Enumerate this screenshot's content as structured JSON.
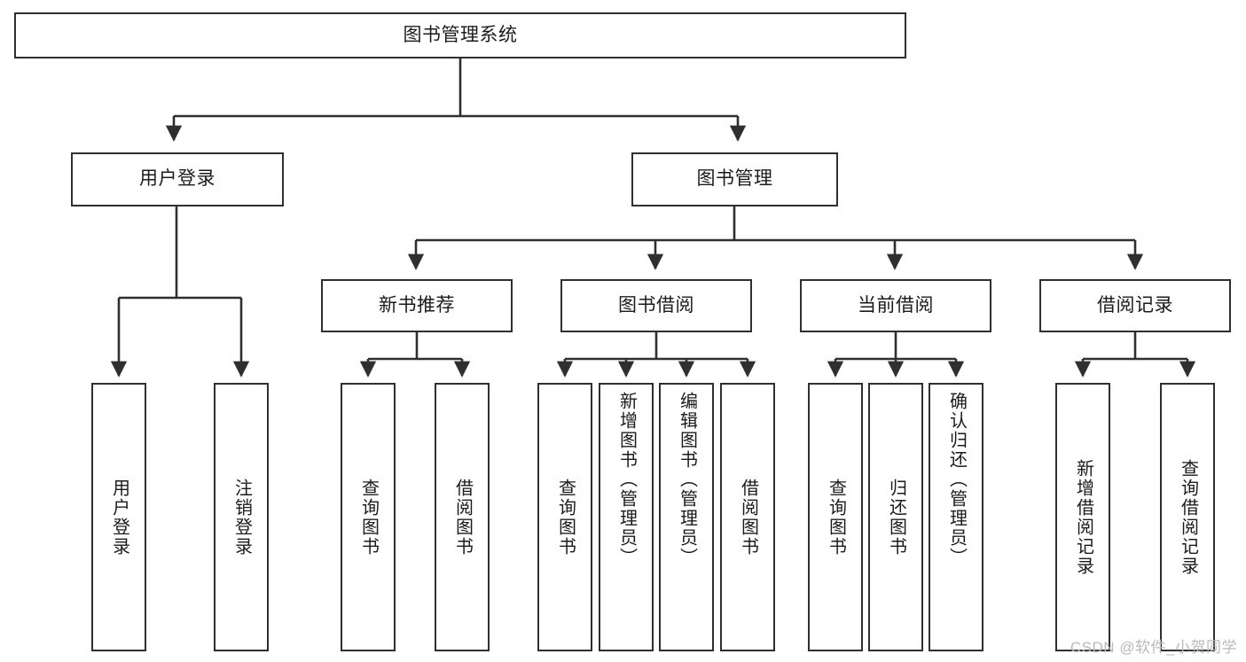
{
  "diagram": {
    "title": "图书管理系统",
    "watermark": "CSDN @软件_小贺同学",
    "colors": {
      "stroke": "#2f2f2f",
      "fill": "#ffffff",
      "text": "#1b1b1b",
      "watermark": "#b9b9b9"
    },
    "root": {
      "label": "图书管理系统"
    },
    "level2": [
      {
        "label": "用户登录"
      },
      {
        "label": "图书管理"
      }
    ],
    "level3": [
      {
        "label": "新书推荐"
      },
      {
        "label": "图书借阅"
      },
      {
        "label": "当前借阅"
      },
      {
        "label": "借阅记录"
      }
    ],
    "leaves": [
      {
        "label": "用户登录",
        "parent": "用户登录"
      },
      {
        "label": "注销登录",
        "parent": "用户登录"
      },
      {
        "label": "查询图书",
        "parent": "新书推荐"
      },
      {
        "label": "借阅图书",
        "parent": "新书推荐"
      },
      {
        "label": "查询图书",
        "parent": "图书借阅"
      },
      {
        "label": "新增图书（管理员）",
        "parent": "图书借阅"
      },
      {
        "label": "编辑图书（管理员）",
        "parent": "图书借阅"
      },
      {
        "label": "借阅图书",
        "parent": "图书借阅"
      },
      {
        "label": "查询图书",
        "parent": "当前借阅"
      },
      {
        "label": "归还图书",
        "parent": "当前借阅"
      },
      {
        "label": "确认归还（管理员）",
        "parent": "当前借阅"
      },
      {
        "label": "新增借阅记录",
        "parent": "借阅记录"
      },
      {
        "label": "查询借阅记录",
        "parent": "借阅记录"
      }
    ]
  }
}
